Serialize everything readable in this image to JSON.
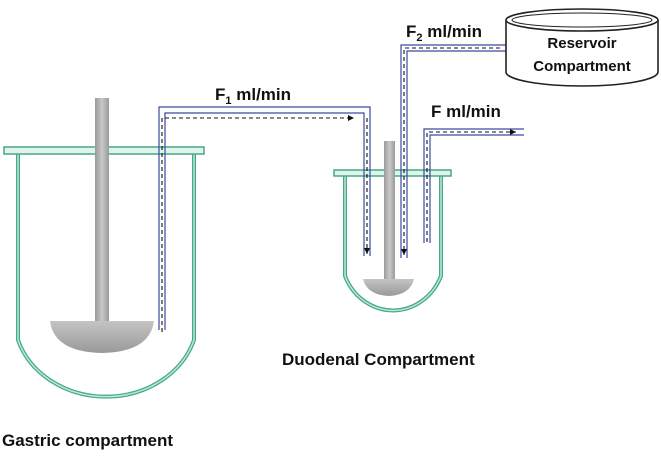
{
  "labels": {
    "gastric": "Gastric compartment",
    "duodenal": "Duodenal Compartment",
    "reservoir_line1": "Reservoir",
    "reservoir_line2": "Compartment",
    "flow_f1": {
      "symbol": "F",
      "subscript": "1",
      "unit": " ml/min"
    },
    "flow_f2": {
      "symbol": "F",
      "subscript": "2",
      "unit": " ml/min"
    },
    "flow_f": "F ml/min"
  },
  "colors": {
    "vessel_outline": "#44aa88",
    "vessel_inner": "#bfe6d6",
    "tube": "#3a4aa0",
    "stirrer": "#b5b5b5",
    "stirrer_dark": "#8e8e8e",
    "arrow": "#111111",
    "reservoir": "#222222"
  }
}
